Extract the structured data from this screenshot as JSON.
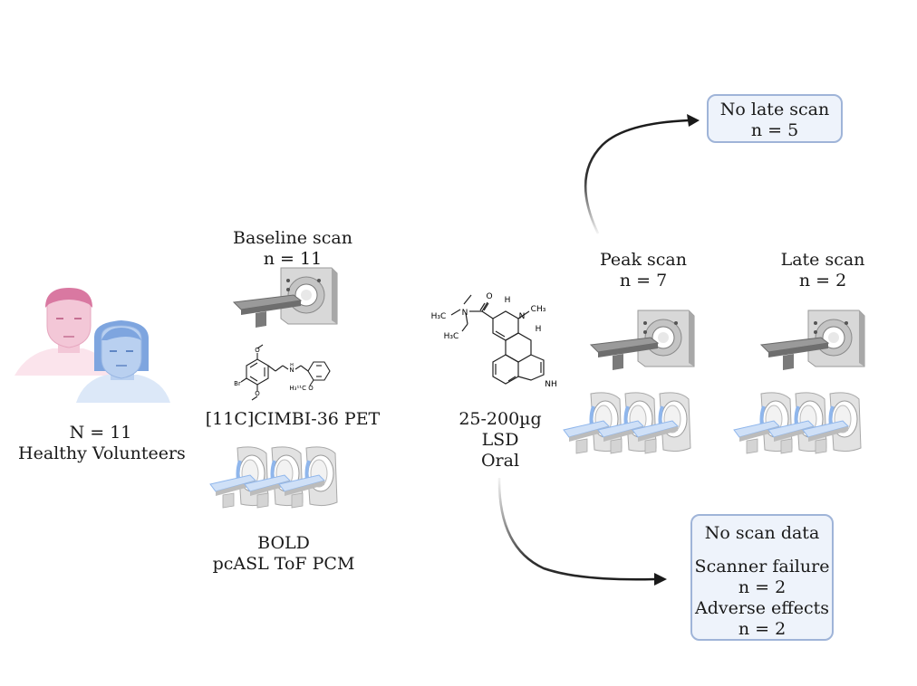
{
  "volunteers": {
    "count": "N = 11",
    "label": "Healthy Volunteers"
  },
  "baseline": {
    "title": "Baseline scan",
    "n": "n = 11",
    "pet_label": "[11C]CIMBI-36 PET",
    "mri_line1": "BOLD",
    "mri_line2": "pcASL ToF PCM",
    "tracer_atoms": {
      "br": "Br",
      "o1": "O",
      "o2": "O",
      "nh": "H",
      "n": "N",
      "c11": "H₃¹¹C",
      "o3": "O"
    }
  },
  "drug": {
    "dose": "25-200µg",
    "name": "LSD",
    "route": "Oral",
    "atoms": {
      "h3c1": "H₃C",
      "h3c2": "H₃C",
      "n_amide": "N",
      "o": "O",
      "h1": "H",
      "n_ring": "N",
      "ch3": "CH₃",
      "h2": "H",
      "nh": "NH"
    }
  },
  "peak": {
    "title": "Peak scan",
    "n": "n = 7"
  },
  "late": {
    "title": "Late scan",
    "n": "n = 2"
  },
  "no_late": {
    "title": "No late scan",
    "n": "n = 5"
  },
  "no_data": {
    "title": "No scan data",
    "reason1": "Scanner failure",
    "n1": "n = 2",
    "reason2": "Adverse effects",
    "n2": "n = 2"
  },
  "colors": {
    "box_border": "#9fb4d8",
    "box_fill": "#eef3fb",
    "male_skin": "#f0b9cf",
    "female_skin": "#a9c4ea",
    "mri_blue": "#8fb6ec"
  }
}
